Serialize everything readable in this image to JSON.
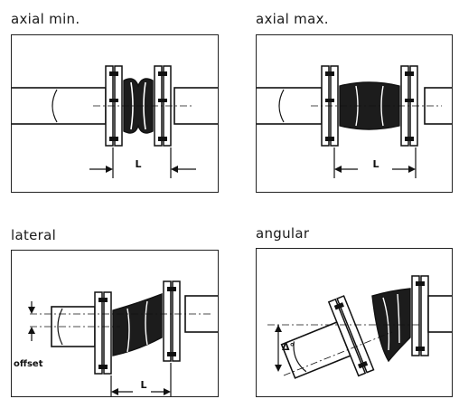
{
  "captions": {
    "axial_min": "axial min.",
    "axial_max": "axial max.",
    "lateral": "lateral",
    "angular": "angular"
  },
  "labels": {
    "length": "L",
    "offset": "offset",
    "angle": "Δ°"
  }
}
